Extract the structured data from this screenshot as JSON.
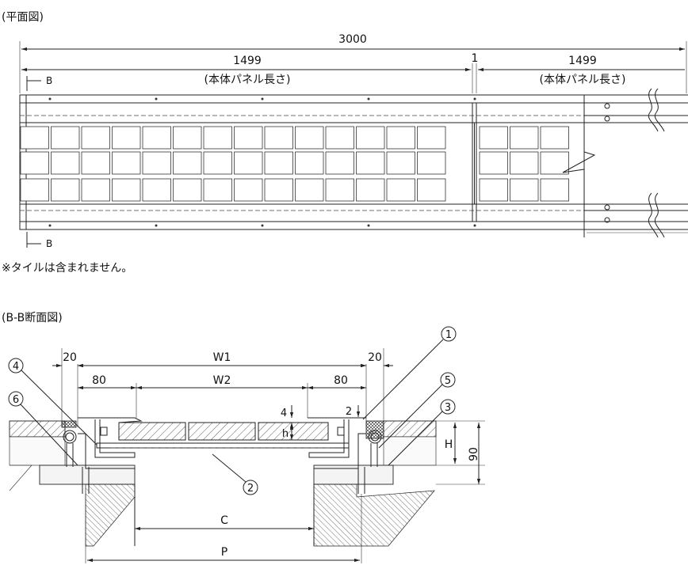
{
  "plan_view": {
    "title": "(平面図)",
    "dim_total": "3000",
    "dim_left": "1499",
    "dim_left_note": "(本体パネル長さ)",
    "dim_gap": "1",
    "dim_right": "1499",
    "dim_right_note": "(本体パネル長さ)",
    "section_mark_top": "B",
    "section_mark_bottom": "B",
    "note": "※タイルは含まれません。"
  },
  "section_view": {
    "title": "(B-B断面図)",
    "dims": {
      "left_20": "20",
      "right_20": "20",
      "w1": "W1",
      "w2": "W2",
      "left_80": "80",
      "right_80": "80",
      "dim_4": "4",
      "dim_2": "2",
      "h_small": "h",
      "h_large": "H",
      "dim_90": "90",
      "c": "C",
      "p": "P"
    },
    "callouts": [
      "1",
      "2",
      "3",
      "4",
      "5",
      "6"
    ]
  },
  "colors": {
    "line": "#222222",
    "hatch": "#444444",
    "background": "#ffffff"
  }
}
